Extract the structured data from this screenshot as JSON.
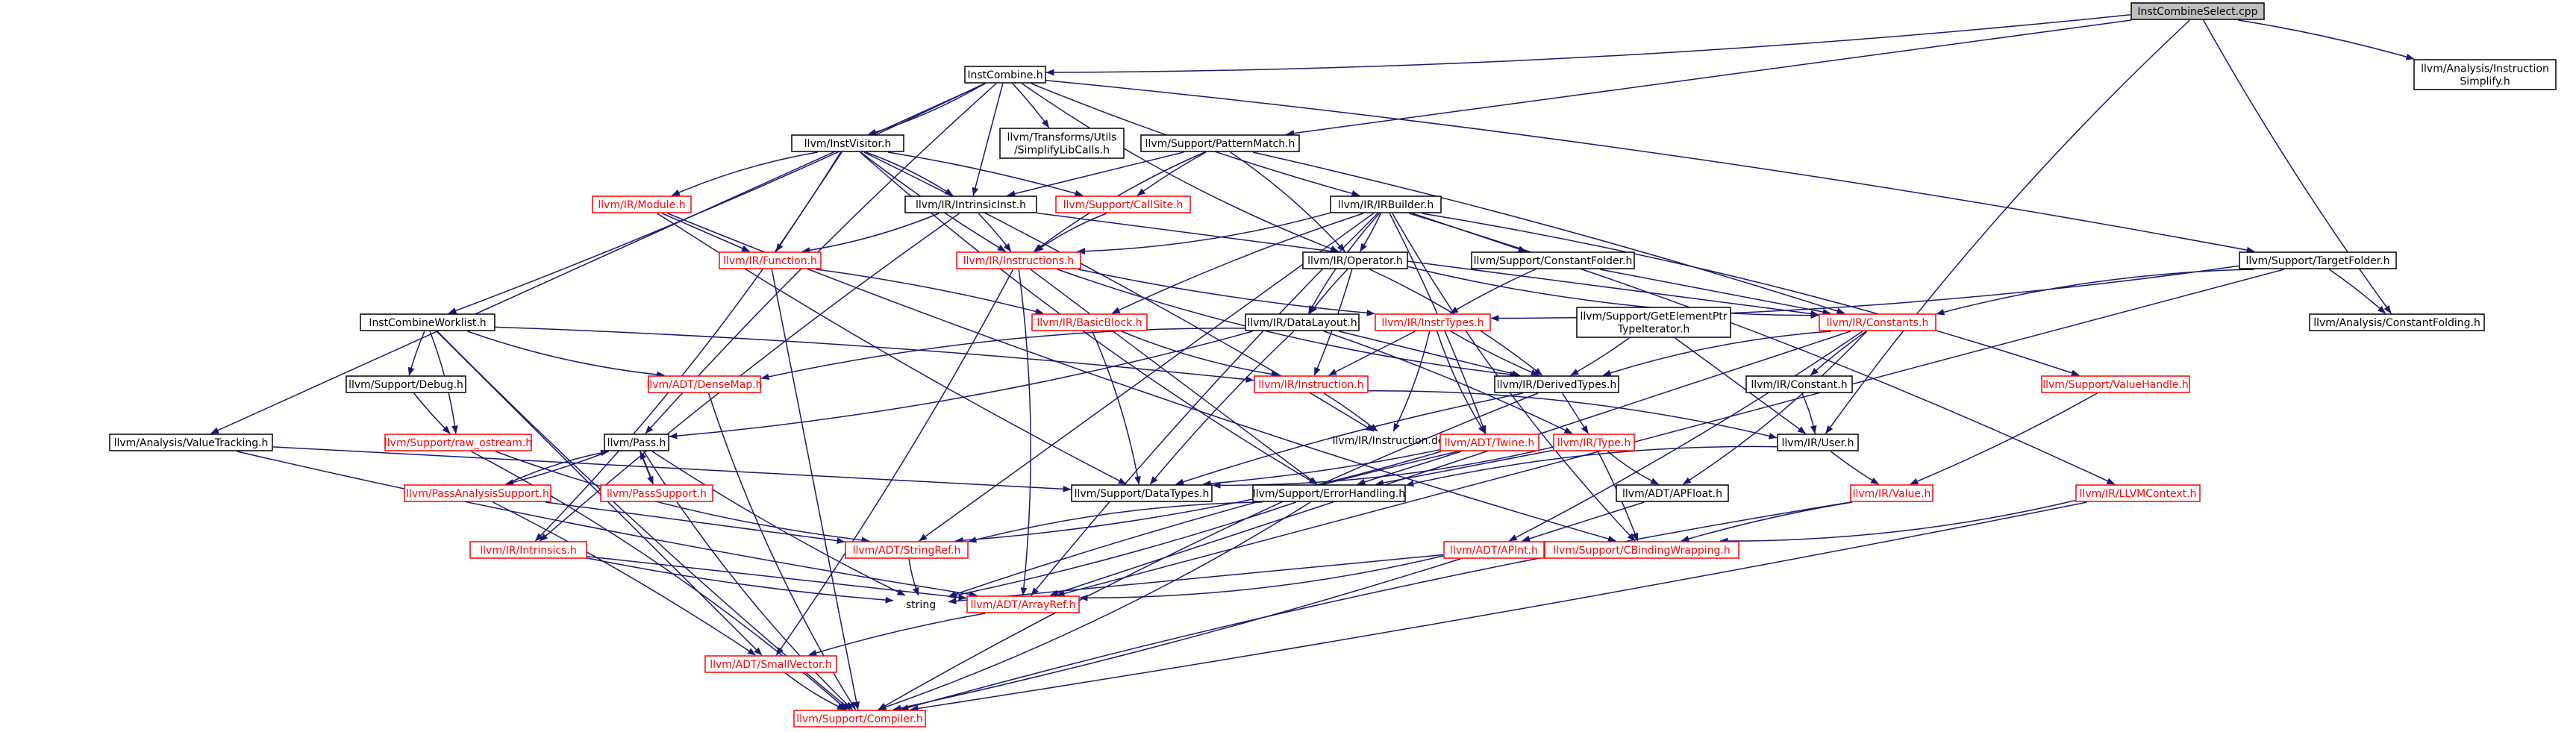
{
  "colors": {
    "edge": "#191970",
    "root_fill": "#bfbfbf",
    "plain_border": "#000000",
    "plain_text": "#000000",
    "linked_border": "#ff0000",
    "linked_text": "#ff0000"
  },
  "nodes": [
    {
      "id": "InstCombineSelect",
      "lines": [
        "InstCombineSelect.cpp"
      ],
      "style": "root"
    },
    {
      "id": "InstCombine",
      "lines": [
        "InstCombine.h"
      ],
      "style": "plain"
    },
    {
      "id": "AnalysisInstSimplify",
      "lines": [
        "llvm/Analysis/Instruction",
        "Simplify.h"
      ],
      "style": "plain"
    },
    {
      "id": "InstVisitor",
      "lines": [
        "llvm/InstVisitor.h"
      ],
      "style": "plain"
    },
    {
      "id": "SimplifyLibCalls",
      "lines": [
        "llvm/Transforms/Utils",
        "/SimplifyLibCalls.h"
      ],
      "style": "plain"
    },
    {
      "id": "PatternMatch",
      "lines": [
        "llvm/Support/PatternMatch.h"
      ],
      "style": "plain"
    },
    {
      "id": "IRModule",
      "lines": [
        "llvm/IR/Module.h"
      ],
      "style": "linked"
    },
    {
      "id": "IntrinsicInst",
      "lines": [
        "llvm/IR/IntrinsicInst.h"
      ],
      "style": "plain"
    },
    {
      "id": "CallSite",
      "lines": [
        "llvm/Support/CallSite.h"
      ],
      "style": "linked"
    },
    {
      "id": "IRBuilder",
      "lines": [
        "llvm/IR/IRBuilder.h"
      ],
      "style": "plain"
    },
    {
      "id": "IRFunction",
      "lines": [
        "llvm/IR/Function.h"
      ],
      "style": "linked"
    },
    {
      "id": "Instructions",
      "lines": [
        "llvm/IR/Instructions.h"
      ],
      "style": "linked"
    },
    {
      "id": "Operator",
      "lines": [
        "llvm/IR/Operator.h"
      ],
      "style": "plain"
    },
    {
      "id": "ConstantFolder",
      "lines": [
        "llvm/Support/ConstantFolder.h"
      ],
      "style": "plain"
    },
    {
      "id": "TargetFolder",
      "lines": [
        "llvm/Support/TargetFolder.h"
      ],
      "style": "plain"
    },
    {
      "id": "InstCombineWorklist",
      "lines": [
        "InstCombineWorklist.h"
      ],
      "style": "plain"
    },
    {
      "id": "BasicBlock",
      "lines": [
        "llvm/IR/BasicBlock.h"
      ],
      "style": "linked"
    },
    {
      "id": "DataLayout",
      "lines": [
        "llvm/IR/DataLayout.h"
      ],
      "style": "plain"
    },
    {
      "id": "InstrTypes",
      "lines": [
        "llvm/IR/InstrTypes.h"
      ],
      "style": "linked"
    },
    {
      "id": "GEPTypeIter",
      "lines": [
        "llvm/Support/GetElementPtr",
        "TypeIterator.h"
      ],
      "style": "plain"
    },
    {
      "id": "IRConstants",
      "lines": [
        "llvm/IR/Constants.h"
      ],
      "style": "linked"
    },
    {
      "id": "ConstantFolding",
      "lines": [
        "llvm/Analysis/ConstantFolding.h"
      ],
      "style": "plain"
    },
    {
      "id": "SupportDebug",
      "lines": [
        "llvm/Support/Debug.h"
      ],
      "style": "plain"
    },
    {
      "id": "DenseMap",
      "lines": [
        "llvm/ADT/DenseMap.h"
      ],
      "style": "linked"
    },
    {
      "id": "IRInstruction",
      "lines": [
        "llvm/IR/Instruction.h"
      ],
      "style": "linked"
    },
    {
      "id": "DerivedTypes",
      "lines": [
        "llvm/IR/DerivedTypes.h"
      ],
      "style": "plain"
    },
    {
      "id": "IRConstant",
      "lines": [
        "llvm/IR/Constant.h"
      ],
      "style": "plain"
    },
    {
      "id": "ValueHandle",
      "lines": [
        "llvm/Support/ValueHandle.h"
      ],
      "style": "linked"
    },
    {
      "id": "ValueTracking",
      "lines": [
        "llvm/Analysis/ValueTracking.h"
      ],
      "style": "plain"
    },
    {
      "id": "RawOstream",
      "lines": [
        "llvm/Support/raw_ostream.h"
      ],
      "style": "linked"
    },
    {
      "id": "Pass",
      "lines": [
        "llvm/Pass.h"
      ],
      "style": "plain"
    },
    {
      "id": "InstructionDef",
      "lines": [
        "llvm/IR/Instruction.def"
      ],
      "style": "none"
    },
    {
      "id": "Twine",
      "lines": [
        "llvm/ADT/Twine.h"
      ],
      "style": "linked"
    },
    {
      "id": "IRType",
      "lines": [
        "llvm/IR/Type.h"
      ],
      "style": "linked"
    },
    {
      "id": "IRUser",
      "lines": [
        "llvm/IR/User.h"
      ],
      "style": "plain"
    },
    {
      "id": "DataTypes",
      "lines": [
        "llvm/Support/DataTypes.h"
      ],
      "style": "plain"
    },
    {
      "id": "PassAnalysisSupport",
      "lines": [
        "llvm/PassAnalysisSupport.h"
      ],
      "style": "linked"
    },
    {
      "id": "PassSupport",
      "lines": [
        "llvm/PassSupport.h"
      ],
      "style": "linked"
    },
    {
      "id": "ErrorHandling",
      "lines": [
        "llvm/Support/ErrorHandling.h"
      ],
      "style": "plain"
    },
    {
      "id": "APFloat",
      "lines": [
        "llvm/ADT/APFloat.h"
      ],
      "style": "plain"
    },
    {
      "id": "IRValue",
      "lines": [
        "llvm/IR/Value.h"
      ],
      "style": "linked"
    },
    {
      "id": "LLVMContext",
      "lines": [
        "llvm/IR/LLVMContext.h"
      ],
      "style": "linked"
    },
    {
      "id": "Intrinsics",
      "lines": [
        "llvm/IR/Intrinsics.h"
      ],
      "style": "linked"
    },
    {
      "id": "StringRef",
      "lines": [
        "llvm/ADT/StringRef.h"
      ],
      "style": "linked"
    },
    {
      "id": "APInt",
      "lines": [
        "llvm/ADT/APInt.h"
      ],
      "style": "linked"
    },
    {
      "id": "CBindingWrapping",
      "lines": [
        "llvm/Support/CBindingWrapping.h"
      ],
      "style": "linked"
    },
    {
      "id": "String",
      "lines": [
        "string"
      ],
      "style": "none"
    },
    {
      "id": "ArrayRef",
      "lines": [
        "llvm/ADT/ArrayRef.h"
      ],
      "style": "linked"
    },
    {
      "id": "SmallVector",
      "lines": [
        "llvm/ADT/SmallVector.h"
      ],
      "style": "linked"
    },
    {
      "id": "Compiler",
      "lines": [
        "llvm/Support/Compiler.h"
      ],
      "style": "linked"
    }
  ],
  "edges": [
    [
      "InstCombineSelect",
      "InstCombine"
    ],
    [
      "InstCombineSelect",
      "AnalysisInstSimplify"
    ],
    [
      "InstCombineSelect",
      "PatternMatch"
    ],
    [
      "InstCombineSelect",
      "ConstantFolding"
    ],
    [
      "InstCombineSelect",
      "IRUser"
    ],
    [
      "InstCombine",
      "InstVisitor"
    ],
    [
      "InstCombine",
      "SimplifyLibCalls"
    ],
    [
      "InstCombine",
      "IntrinsicInst"
    ],
    [
      "InstCombine",
      "IRBuilder"
    ],
    [
      "InstCombine",
      "Operator"
    ],
    [
      "InstCombine",
      "TargetFolder"
    ],
    [
      "InstCombine",
      "InstCombineWorklist"
    ],
    [
      "InstCombine",
      "ValueTracking"
    ],
    [
      "InstCombine",
      "Pass"
    ],
    [
      "InstVisitor",
      "IRModule"
    ],
    [
      "InstVisitor",
      "IntrinsicInst"
    ],
    [
      "InstVisitor",
      "CallSite"
    ],
    [
      "InstVisitor",
      "IRFunction"
    ],
    [
      "InstVisitor",
      "Instructions"
    ],
    [
      "InstVisitor",
      "ErrorHandling"
    ],
    [
      "InstVisitor",
      "Intrinsics"
    ],
    [
      "InstVisitor",
      "InstructionDef"
    ],
    [
      "PatternMatch",
      "IntrinsicInst"
    ],
    [
      "PatternMatch",
      "CallSite"
    ],
    [
      "PatternMatch",
      "Instructions"
    ],
    [
      "PatternMatch",
      "Operator"
    ],
    [
      "PatternMatch",
      "IRConstants"
    ],
    [
      "IRModule",
      "IRFunction"
    ],
    [
      "IRModule",
      "DataTypes"
    ],
    [
      "IRModule",
      "CBindingWrapping"
    ],
    [
      "IntrinsicInst",
      "IRFunction"
    ],
    [
      "IntrinsicInst",
      "Instructions"
    ],
    [
      "IntrinsicInst",
      "IRConstants"
    ],
    [
      "IntrinsicInst",
      "Intrinsics"
    ],
    [
      "CallSite",
      "Instructions"
    ],
    [
      "IRBuilder",
      "Instructions"
    ],
    [
      "IRBuilder",
      "Operator"
    ],
    [
      "IRBuilder",
      "ConstantFolder"
    ],
    [
      "IRBuilder",
      "BasicBlock"
    ],
    [
      "IRBuilder",
      "DataLayout"
    ],
    [
      "IRBuilder",
      "LLVMContext"
    ],
    [
      "IRBuilder",
      "Twine"
    ],
    [
      "IRBuilder",
      "StringRef"
    ],
    [
      "IRBuilder",
      "ArrayRef"
    ],
    [
      "IRBuilder",
      "CBindingWrapping"
    ],
    [
      "IRBuilder",
      "ValueHandle"
    ],
    [
      "IRFunction",
      "BasicBlock"
    ],
    [
      "IRFunction",
      "Compiler"
    ],
    [
      "Instructions",
      "InstrTypes"
    ],
    [
      "Instructions",
      "DerivedTypes"
    ],
    [
      "Instructions",
      "ArrayRef"
    ],
    [
      "Instructions",
      "SmallVector"
    ],
    [
      "Instructions",
      "ErrorHandling"
    ],
    [
      "Operator",
      "DataLayout"
    ],
    [
      "Operator",
      "IRConstants"
    ],
    [
      "Operator",
      "DerivedTypes"
    ],
    [
      "Operator",
      "IRInstruction"
    ],
    [
      "ConstantFolder",
      "IRConstants"
    ],
    [
      "ConstantFolder",
      "InstrTypes"
    ],
    [
      "TargetFolder",
      "IRConstants"
    ],
    [
      "TargetFolder",
      "InstrTypes"
    ],
    [
      "TargetFolder",
      "ConstantFolding"
    ],
    [
      "TargetFolder",
      "ArrayRef"
    ],
    [
      "InstCombineWorklist",
      "SupportDebug"
    ],
    [
      "InstCombineWorklist",
      "DenseMap"
    ],
    [
      "InstCombineWorklist",
      "RawOstream"
    ],
    [
      "InstCombineWorklist",
      "IRInstruction"
    ],
    [
      "InstCombineWorklist",
      "SmallVector"
    ],
    [
      "InstCombineWorklist",
      "Compiler"
    ],
    [
      "BasicBlock",
      "IRInstruction"
    ],
    [
      "BasicBlock",
      "DataTypes"
    ],
    [
      "BasicBlock",
      "SymbolTable"
    ],
    [
      "DataLayout",
      "DerivedTypes"
    ],
    [
      "DataLayout",
      "DataTypes"
    ],
    [
      "DataLayout",
      "DenseMap"
    ],
    [
      "DataLayout",
      "Pass"
    ],
    [
      "DataLayout",
      "IRType"
    ],
    [
      "InstrTypes",
      "IRInstruction"
    ],
    [
      "InstrTypes",
      "DerivedTypes"
    ],
    [
      "InstrTypes",
      "Twine"
    ],
    [
      "InstrTypes",
      "InstructionDef"
    ],
    [
      "GEPTypeIter",
      "DerivedTypes"
    ],
    [
      "GEPTypeIter",
      "IRUser"
    ],
    [
      "IRConstants",
      "IRConstant"
    ],
    [
      "IRConstants",
      "DerivedTypes"
    ],
    [
      "IRConstants",
      "APFloat"
    ],
    [
      "IRConstants",
      "APInt"
    ],
    [
      "IRConstants",
      "ArrayRef"
    ],
    [
      "SupportDebug",
      "RawOstream"
    ],
    [
      "DenseMap",
      "Compiler"
    ],
    [
      "IRInstruction",
      "IRUser"
    ],
    [
      "IRInstruction",
      "InstructionDef"
    ],
    [
      "DerivedTypes",
      "IRType"
    ],
    [
      "DerivedTypes",
      "DataTypes"
    ],
    [
      "DerivedTypes",
      "Compiler"
    ],
    [
      "IRConstant",
      "IRUser"
    ],
    [
      "ValueHandle",
      "IRValue"
    ],
    [
      "ValueTracking",
      "DataTypes"
    ],
    [
      "ValueTracking",
      "ArrayRef"
    ],
    [
      "RawOstream",
      "StringRef"
    ],
    [
      "RawOstream",
      "Compiler"
    ],
    [
      "Pass",
      "PassAnalysisSupport"
    ],
    [
      "Pass",
      "PassSupport"
    ],
    [
      "Pass",
      "String"
    ],
    [
      "Pass",
      "Compiler"
    ],
    [
      "Twine",
      "StringRef"
    ],
    [
      "Twine",
      "DataTypes"
    ],
    [
      "Twine",
      "ErrorHandling"
    ],
    [
      "Twine",
      "String"
    ],
    [
      "IRType",
      "APFloat"
    ],
    [
      "IRType",
      "DataTypes"
    ],
    [
      "IRType",
      "CBindingWrapping"
    ],
    [
      "IRType",
      "ErrorHandling"
    ],
    [
      "IRUser",
      "IRValue"
    ],
    [
      "IRUser",
      "ErrorHandling"
    ],
    [
      "PassAnalysisSupport",
      "Pass"
    ],
    [
      "PassAnalysisSupport",
      "SmallVector"
    ],
    [
      "PassAnalysisSupport",
      "StringRef"
    ],
    [
      "PassSupport",
      "Pass"
    ],
    [
      "ErrorHandling",
      "StringRef"
    ],
    [
      "ErrorHandling",
      "Compiler"
    ],
    [
      "ErrorHandling",
      "String"
    ],
    [
      "APFloat",
      "APInt"
    ],
    [
      "IRValue",
      "CBindingWrapping"
    ],
    [
      "IRValue",
      "Compiler"
    ],
    [
      "LLVMContext",
      "CBindingWrapping"
    ],
    [
      "LLVMContext",
      "Compiler"
    ],
    [
      "Intrinsics",
      "ArrayRef"
    ],
    [
      "Intrinsics",
      "String"
    ],
    [
      "StringRef",
      "String"
    ],
    [
      "APInt",
      "ArrayRef"
    ],
    [
      "APInt",
      "Compiler"
    ],
    [
      "APInt",
      "String"
    ],
    [
      "ArrayRef",
      "SmallVector"
    ],
    [
      "SmallVector",
      "Compiler"
    ]
  ]
}
